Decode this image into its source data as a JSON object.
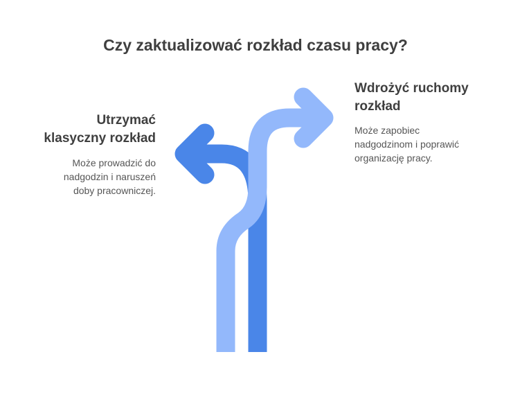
{
  "title": "Czy zaktualizować rozkład czasu pracy?",
  "options": {
    "left": {
      "heading_lines": [
        "Utrzymać",
        "klasyczny rozkład"
      ],
      "description_lines": [
        "Może prowadzić do",
        "nadgodzin i naruszeń",
        "doby pracowniczej."
      ]
    },
    "right": {
      "heading_lines": [
        "Wdrożyć ruchomy",
        "rozkład"
      ],
      "description_lines": [
        "Może zapobiec",
        "nadgodzinom i poprawić",
        "organizację pracy."
      ]
    }
  },
  "colors": {
    "left_arrow": "#4a86e8",
    "right_arrow": "#93b8fb",
    "title": "#3f3f3f",
    "text": "#555555"
  },
  "icons": [
    "arrow-turn-left",
    "arrow-turn-right"
  ]
}
